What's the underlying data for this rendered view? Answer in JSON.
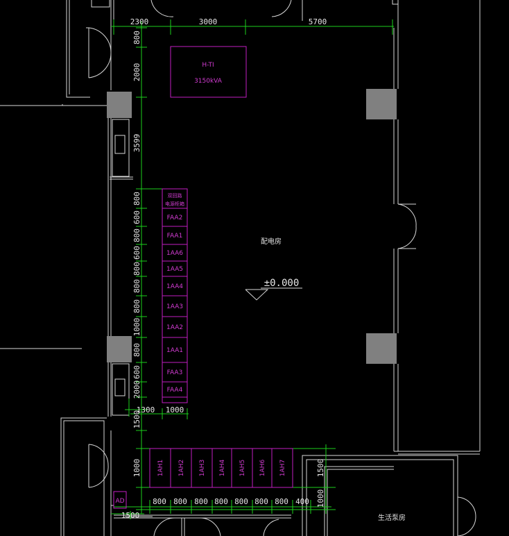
{
  "top_dims": [
    "2300",
    "3000",
    "5700"
  ],
  "left_dims": [
    "800",
    "2000",
    "3599",
    "800",
    "600",
    "800",
    "600",
    "800",
    "800",
    "800",
    "1000",
    "800",
    "600",
    "2000",
    "1500",
    "1000"
  ],
  "left_dim_lower": "1500",
  "transformer": {
    "label": "H-TI",
    "rating": "3150kVA"
  },
  "panel_header": [
    "双回路",
    "电源柜箱"
  ],
  "panels": [
    "FAA2",
    "FAA1",
    "1AA6",
    "1AA5",
    "1AA4",
    "1AA3",
    "1AA2",
    "1AA1",
    "FAA3",
    "FAA4"
  ],
  "base_dims": [
    "1300",
    "1000"
  ],
  "bottom_panels": [
    "1AH1",
    "1AH2",
    "1AH3",
    "1AH4",
    "1AH5",
    "1AH6",
    "1AH7"
  ],
  "bottom_dims": [
    "800",
    "800",
    "800",
    "800",
    "800",
    "800",
    "800",
    "400"
  ],
  "bottom_left_tag": "AD",
  "right_dims": [
    "1500",
    "1000"
  ],
  "room_name": "配电房",
  "elevation": "±0.000",
  "pump_room": "生活泵房"
}
